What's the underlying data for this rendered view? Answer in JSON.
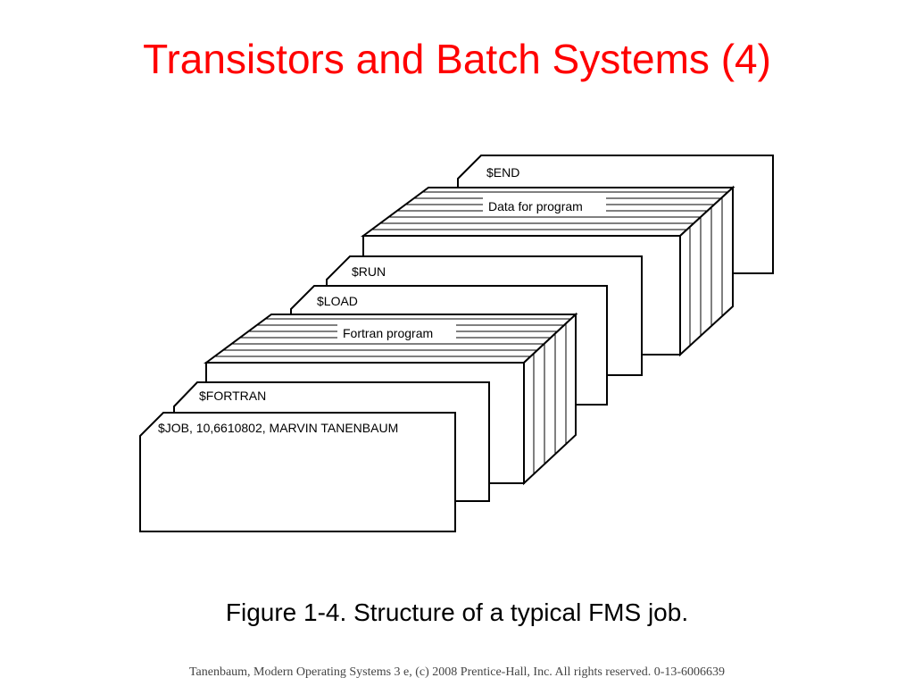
{
  "slide": {
    "title": "Transistors and Batch Systems (4)",
    "caption": "Figure 1-4. Structure of a typical FMS job.",
    "footer": "Tanenbaum, Modern Operating Systems 3 e, (c) 2008 Prentice-Hall, Inc. All rights reserved. 0-13-6006639"
  },
  "diagram": {
    "cards": {
      "end": "$END",
      "data": "Data for program",
      "run": "$RUN",
      "load": "$LOAD",
      "fortran_program": "Fortran program",
      "fortran": "$FORTRAN",
      "job": "$JOB, 10,6610802, MARVIN TANENBAUM"
    }
  },
  "colors": {
    "title": "#ff0000",
    "text": "#000000",
    "footer": "#444444",
    "card_fill": "#ffffff",
    "card_stroke": "#000000"
  }
}
